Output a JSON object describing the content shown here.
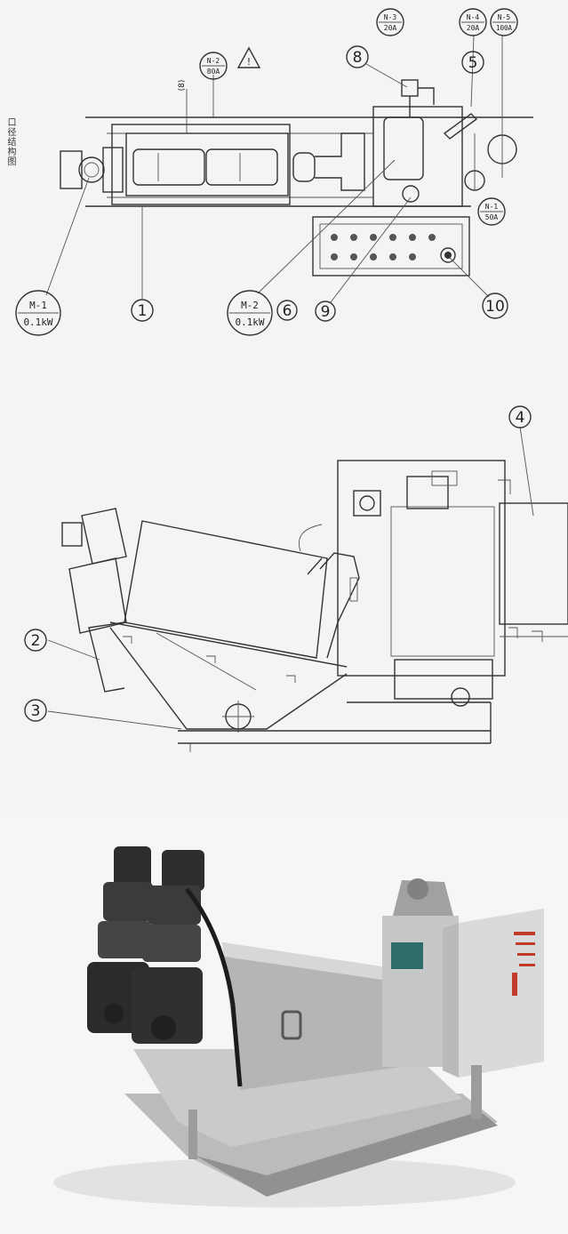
{
  "side_title": "口径结构图",
  "top_view": {
    "callouts": [
      "1",
      "5",
      "6",
      "8",
      "9",
      "10"
    ],
    "small_marker": "(8)",
    "warning_mark": "!",
    "breakers": [
      {
        "line1": "N-2",
        "line2": "80A"
      },
      {
        "line1": "N-3",
        "line2": "20A"
      },
      {
        "line1": "N-4",
        "line2": "20A"
      },
      {
        "line1": "N-5",
        "line2": "100A"
      },
      {
        "line1": "N-1",
        "line2": "50A"
      }
    ],
    "motors": [
      {
        "line1": "M-1",
        "line2": "0.1kW"
      },
      {
        "line1": "M-2",
        "line2": "0.1kW"
      }
    ]
  },
  "side_view": {
    "callouts": [
      "2",
      "3",
      "4"
    ]
  },
  "photo": {
    "description_icon": "dewatering-machine-photo"
  }
}
